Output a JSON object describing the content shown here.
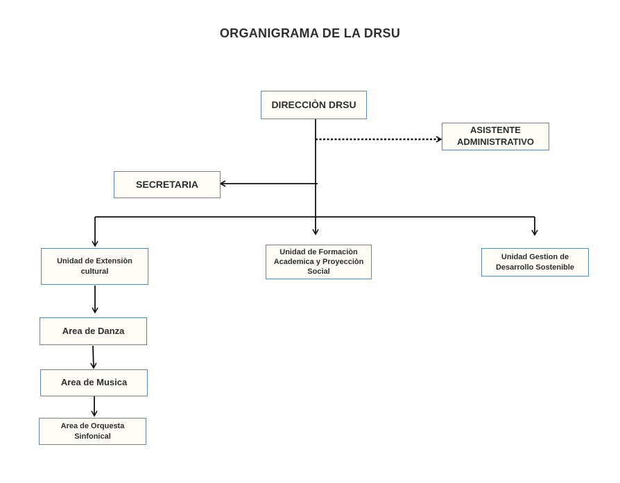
{
  "title": "ORGANIGRAMA DE LA DRSU",
  "nodes": {
    "direccion": "DIRECCIÒN DRSU",
    "asistente": "ASISTENTE ADMINISTRATIVO",
    "secretaria": "SECRETARIA",
    "extension": "Unidad de Extensiòn cultural",
    "formacion": "Unidad de Formaciòn Academica y Proyecciòn Social",
    "gestion": "Unidad Gestion de Desarrollo Sostenible",
    "danza": "Area de Danza",
    "musica": "Area de Musica",
    "orquesta": "Area de Orquesta Sinfonical"
  },
  "colors": {
    "box_border": "#5b87b3",
    "box_fill": "#fffdf6",
    "line": "#111111"
  }
}
